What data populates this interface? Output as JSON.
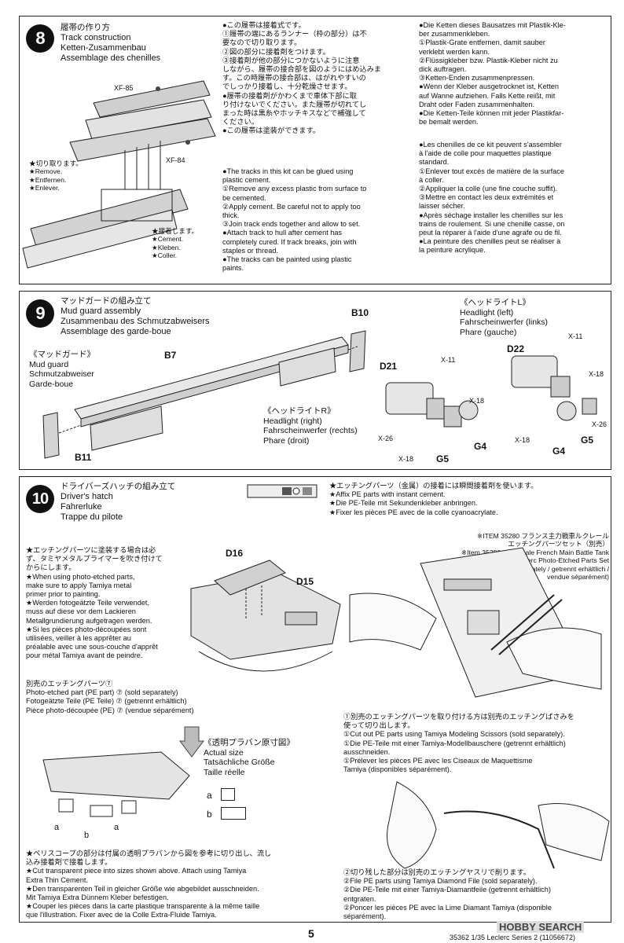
{
  "step8": {
    "number": "8",
    "title": [
      "履帯の作り方",
      "Track construction",
      "Ketten-Zusammenbau",
      "Assemblage des chenilles"
    ],
    "parts": {
      "xf85": "XF-85",
      "xf84": "XF-84"
    },
    "remove": [
      "★切り取ります。",
      "★Remove.",
      "★Entfernen.",
      "★Enlever."
    ],
    "cement": [
      "★接着します。",
      "★Cement.",
      "★Kleben.",
      "★Coller."
    ],
    "jp_text": [
      "●この履帯は接着式です。",
      "①履帯の端にあるランナー（枠の部分）は不",
      "要なので切り取ります。",
      "②図の部分に接着剤をつけます。",
      "③接着剤が他の部分につかないように注意",
      "しながら、履帯の接合部を図のようにはめ込みま",
      "す。この時履帯の接合部は、はがれやすいの",
      "でしっかり接着し、十分乾燥させます。",
      "●履帯の接着剤がかわくまで車体下部に取",
      "り付けないでください。また履帯が切れてし",
      "まった時は黒糸やホッチキスなどで補強して",
      "ください。",
      "●この履帯は塗装ができます。"
    ],
    "en_text": [
      "●The tracks in this kit can be glued using",
      "plastic cement.",
      "①Remove any excess plastic from surface to",
      "be cemented.",
      "②Apply cement. Be careful not to apply too",
      "thick.",
      "③Join track ends together and allow to set.",
      "●Attach track to hull after cement has",
      "completely cured. If track breaks, join with",
      "staples or thread.",
      "●The tracks can be painted using plastic",
      "paints."
    ],
    "de_text": [
      "●Die Ketten dieses Bausatzes mit Plastik-Kle-",
      "ber zusammenkleben.",
      "①Plastik-Grate entfernen, damit sauber",
      "verklebt werden kann.",
      "②Flüssigkleber bzw. Plastik-Kleber nicht zu",
      "dick auftragen.",
      "③Ketten-Enden zusammenpressen.",
      "●Wenn der Kleber ausgetrocknet ist, Ketten",
      "auf Wanne aufziehen. Falls Kette reißt, mit",
      "Draht oder Faden zusammenhalten.",
      "●Die Ketten-Teile können mit jeder Plastikfar-",
      "be bemalt werden."
    ],
    "fr_text": [
      "●Les chenilles de ce kit peuvent s'assembler",
      "à l'aide de colle pour maquettes plastique",
      "standard.",
      "①Enlever tout excès de matière de la surface",
      "à coller.",
      "②Appliquer la colle (une fine couche suffit).",
      "③Mettre en contact les deux extrémités et",
      "laisser sécher.",
      "●Après séchage installer les chenilles sur les",
      "trains de roulement. Si une chenille casse, on",
      "peut la réparer à l'aide d'une agrafe ou de fil.",
      "●La peinture des chenilles peut se réaliser à",
      "la peinture acrylique."
    ]
  },
  "step9": {
    "number": "9",
    "title": [
      "マッドガードの組み立て",
      "Mud guard assembly",
      "Zusammenbau des Schmutzabweisers",
      "Assemblage des garde-boue"
    ],
    "mudguard": [
      "《マッドガード》",
      "Mud guard",
      "Schmutzabweiser",
      "Garde-boue"
    ],
    "headlight_r": [
      "《ヘッドライトR》",
      "Headlight (right)",
      "Fahrscheinwerfer (rechts)",
      "Phare (droit)"
    ],
    "headlight_l": [
      "《ヘッドライトL》",
      "Headlight (left)",
      "Fahrscheinwerfer (links)",
      "Phare (gauche)"
    ],
    "parts": {
      "b10": "B10",
      "b7": "B7",
      "b11": "B11",
      "d21": "D21",
      "d22": "D22",
      "g4": "G4",
      "g5": "G5",
      "x11": "X-11",
      "x18": "X-18",
      "x26": "X-26"
    }
  },
  "step10": {
    "number": "10",
    "title": [
      "ドライバーズハッチの組み立て",
      "Driver's hatch",
      "Fahrerluke",
      "Trappe du pilote"
    ],
    "pe_notice": [
      "★エッチングパーツ（金属）の接着には瞬間接着剤を使います。",
      "★Affix PE parts with instant cement.",
      "★Die PE-Teile mit Sekundenkleber anbringen.",
      "★Fixer les pièces PE avec de la colle cyanoacrylate."
    ],
    "paint_note": [
      "★エッチングパーツに塗装する場合は必",
      "ず、タミヤメタルプライマーを吹き付けて",
      "からにします。",
      "★When using photo-etched parts,",
      "make sure to apply Tamiya metal",
      "primer prior to painting.",
      "★Werden fotogeätzte Teile verwendet,",
      "muss auf diese vor dem Lackieren",
      "Metallgrundierung aufgetragen werden.",
      "★Si les pièces photo-découpées sont",
      "utilisées, veiller à les apprêter au",
      "préalable avec une sous-couche d'apprêt",
      "pour métal Tamiya avant de peindre."
    ],
    "pe_part_note": [
      "別売のエッチングパーツ⑦",
      "Photo-etched part (PE part) ⑦ (sold separately)",
      "Fotogeätzte Teile (PE Teile) ⑦ (getrennt erhältlich)",
      "Pièce photo-découpée (PE) ⑦ (vendue séparément)"
    ],
    "item_note": [
      "※ITEM 35280 フランス主力戦車ルクレール",
      "エッチングパーツセット（別売）",
      "※Item 35280 1/35 Scale French Main Battle Tank",
      "Leclerc Photo-Etched Parts Set",
      "(sold separately / getrennt erhältlich /",
      "vendue séparément)"
    ],
    "actual_size": [
      "《透明プラバン原寸図》",
      "Actual size",
      "Tatsächliche Größe",
      "Taille réelle"
    ],
    "size_labels": {
      "a": "a",
      "b": "b"
    },
    "parts": {
      "d16": "D16",
      "d15": "D15"
    },
    "scissors_note": [
      "①別売のエッチングパーツを取り付ける方は別売のエッチングばさみを",
      "使って切り出します。",
      "①Cut out PE parts using Tamiya Modeling Scissors (sold separately).",
      "①Die PE-Teile mit einer Tamiya-Modellbauschere (getrennt erhältlich)",
      "ausschneiden.",
      "①Prélever les pièces PE avec les Ciseaux de Maquettisme",
      "Tamiya (disponibles séparément)."
    ],
    "file_note": [
      "②切り残した部分は別売のエッチングヤスリで削ります。",
      "②File PE parts using Tamiya Diamond File (sold separately).",
      "②Die PE-Teile mit einer Tamiya-Diamantfeile (getrennt erhältlich)",
      "entgraten.",
      "②Poncer les pièces PE avec la Lime Diamant Tamiya (disponible",
      "séparément)."
    ],
    "periscope_note": [
      "★ペリスコープの部分は付属の透明プラバンから図を参考に切り出し、流し",
      "込み接着剤で接着します。",
      "★Cut transparent piece into sizes shown above. Attach using Tamiya",
      "Extra Thin Cement.",
      "★Den transparenten Teil in gleicher Größe wie abgebildet ausschneiden.",
      "Mit Tamiya Extra Dünnem Kleber befestigen.",
      "★Couper les pièces dans la carte plastique transparente à la même taille",
      "que l'illustration. Fixer avec de la Colle Extra-Fluide Tamiya."
    ]
  },
  "footer": {
    "page": "5",
    "code": "35362  1/35 Leclerc Series 2 (11056672)",
    "watermark": "HOBBY SEARCH"
  }
}
